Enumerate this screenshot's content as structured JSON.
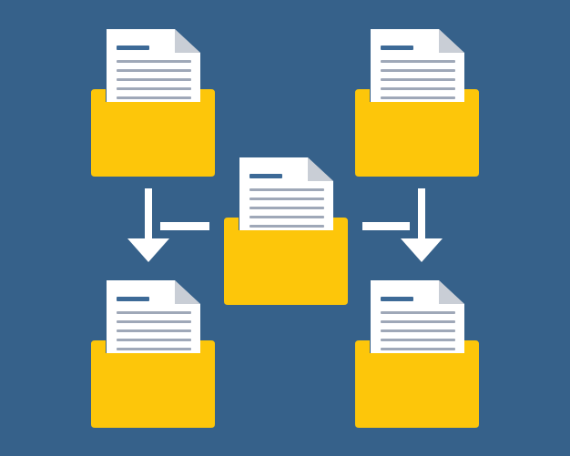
{
  "colors": {
    "background": "#36618a",
    "folder": "#fdc60a",
    "folder_back": "#f0b800",
    "paper": "#ffffff",
    "paper_fold": "#c9ced6",
    "paper_title_line": "#3d6a97",
    "paper_text_line": "#9fa8b8",
    "arrow": "#ffffff"
  },
  "icons": {
    "folder": "folder-with-document-icon",
    "arrow": "bent-down-arrow-icon"
  },
  "diagram": {
    "nodes": [
      {
        "id": "folder-top-left",
        "icon": "folder-with-document-icon"
      },
      {
        "id": "folder-top-right",
        "icon": "folder-with-document-icon"
      },
      {
        "id": "folder-center",
        "icon": "folder-with-document-icon"
      },
      {
        "id": "folder-bottom-left",
        "icon": "folder-with-document-icon"
      },
      {
        "id": "folder-bottom-right",
        "icon": "folder-with-document-icon"
      }
    ],
    "edges": [
      {
        "from": "folder-center",
        "to": "folder-bottom-left",
        "icon": "bent-down-arrow-icon"
      },
      {
        "from": "folder-center",
        "to": "folder-bottom-right",
        "icon": "bent-down-arrow-icon"
      }
    ]
  }
}
